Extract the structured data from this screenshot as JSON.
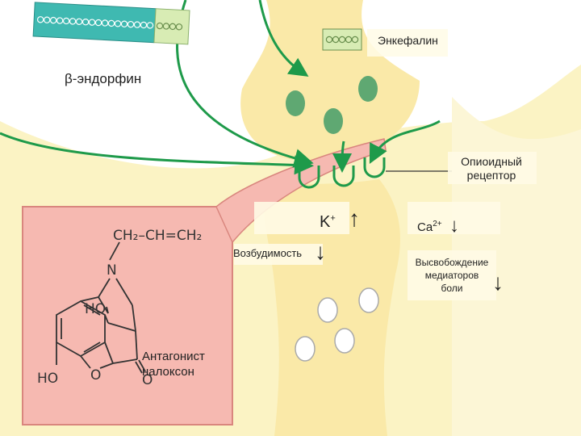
{
  "labels": {
    "beta_endorphin": "β-эндорфин",
    "enkephalin": "Энкефалин",
    "opioid_receptor_line1": "Опиоидный",
    "opioid_receptor_line2": "рецептор",
    "potassium": "K",
    "potassium_charge": "+",
    "calcium": "Ca",
    "calcium_charge": "2+",
    "excitability": "Возбудимость",
    "release_line1": "Высвобождение",
    "release_line2": "медиаторов",
    "release_line3": "боли",
    "antagonist_line1": "Антагонист",
    "antagonist_line2": "налоксон"
  },
  "arrows": {
    "up": "↑",
    "down": "↓"
  },
  "structure": {
    "allyl_group": "CH₂–CH=CH₂",
    "nitrogen": "N",
    "hydroxyl_top": "HO",
    "hydroxyl_bottom": "HO",
    "ring_oxygen": "O",
    "ketone_oxygen": "O"
  },
  "colors": {
    "background_cell": "#fbf3c4",
    "neuron": "#fae9a8",
    "vesicle_green": "#5fa872",
    "arrow_green": "#1e9a4a",
    "antagonist_panel": "#f6b9b1",
    "antagonist_border": "#d9867e",
    "endorphin_bar": "#3fb9b1",
    "enkephalin_box": "#d8ecb4"
  }
}
